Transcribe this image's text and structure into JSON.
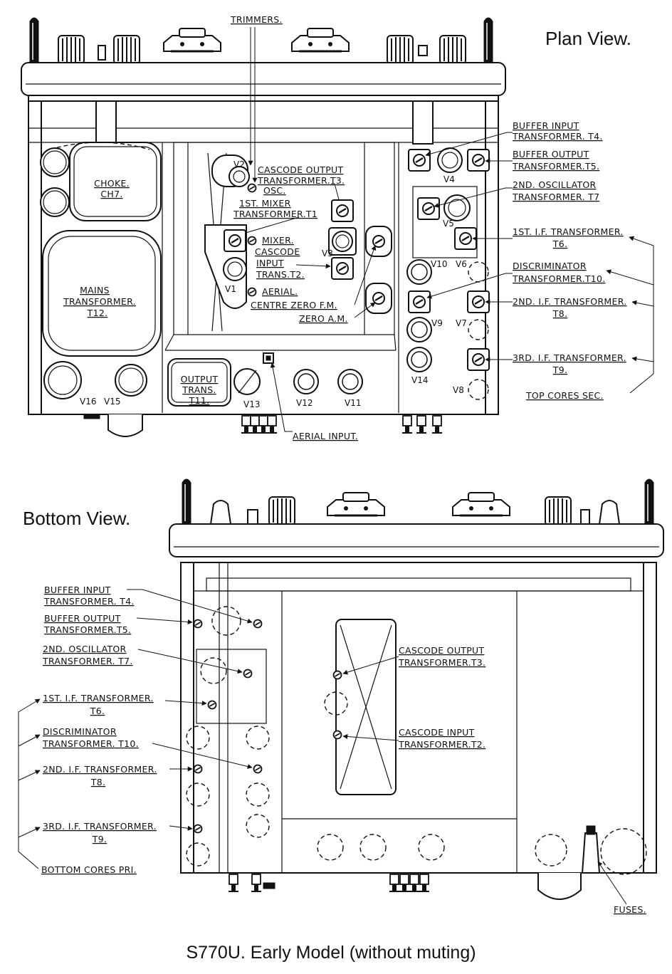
{
  "plan": {
    "title": "Plan View.",
    "trimmers": "TRIMMERS.",
    "choke": [
      "CHOKE.",
      "CH7."
    ],
    "mains": [
      "MAINS",
      "TRANSFORMER.",
      "T12."
    ],
    "output_trans": [
      "OUTPUT",
      "TRANS.",
      "T11."
    ],
    "cascode_output": [
      "CASCODE OUTPUT",
      "TRANSFORMER.T3."
    ],
    "osc": "OSC.",
    "first_mixer": [
      "1ST. MIXER",
      "TRANSFORMER.T1"
    ],
    "mixer": "MIXER.",
    "cascode_input": [
      "CASCODE",
      "INPUT",
      "TRANS.T2."
    ],
    "aerial": "AERIAL.",
    "centre_zero_fm": "CENTRE ZERO F.M.",
    "zero_am": "ZERO A.M.",
    "aerial_input": "AERIAL INPUT.",
    "buffer_input": [
      "BUFFER INPUT",
      "TRANSFORMER. T4."
    ],
    "buffer_output": [
      "BUFFER OUTPUT",
      "TRANSFORMER.T5."
    ],
    "second_osc": [
      "2ND. OSCILLATOR",
      "TRANSFORMER. T7"
    ],
    "first_if": [
      "1ST. I.F. TRANSFORMER.",
      "T6."
    ],
    "discriminator": [
      "DISCRIMINATOR",
      "TRANSFORMER.T10."
    ],
    "second_if": [
      "2ND. I.F. TRANSFORMER.",
      "T8."
    ],
    "third_if": [
      "3RD. I.F. TRANSFORMER.",
      "T9."
    ],
    "top_cores": "TOP CORES SEC.",
    "valves": {
      "v1": "V1",
      "v2": "V2",
      "v3": "V3",
      "v4": "V4",
      "v5": "V5",
      "v6": "V6",
      "v7": "V7",
      "v8": "V8",
      "v9": "V9",
      "v10": "V10",
      "v11": "V11",
      "v12": "V12",
      "v13": "V13",
      "v14": "V14",
      "v15": "V15",
      "v16": "V16"
    }
  },
  "bottom": {
    "title": "Bottom View.",
    "buffer_input": [
      "BUFFER INPUT",
      "TRANSFORMER. T4."
    ],
    "buffer_output": [
      "BUFFER OUTPUT",
      "TRANSFORMER.T5."
    ],
    "second_osc": [
      "2ND. OSCILLATOR",
      "TRANSFORMER. T7."
    ],
    "first_if": [
      "1ST. I.F. TRANSFORMER.",
      "T6."
    ],
    "discriminator": [
      "DISCRIMINATOR",
      "TRANSFORMER. T10."
    ],
    "second_if": [
      "2ND. I.F. TRANSFORMER.",
      "T8."
    ],
    "third_if": [
      "3RD. I.F. TRANSFORMER.",
      "T9."
    ],
    "bottom_cores": "BOTTOM CORES PRI.",
    "cascode_output": [
      "CASCODE OUTPUT",
      "TRANSFORMER.T3."
    ],
    "cascode_input": [
      "CASCODE INPUT",
      "TRANSFORMER.T2."
    ],
    "fuses": "FUSES."
  },
  "caption": "S770U. Early Model (without muting)"
}
